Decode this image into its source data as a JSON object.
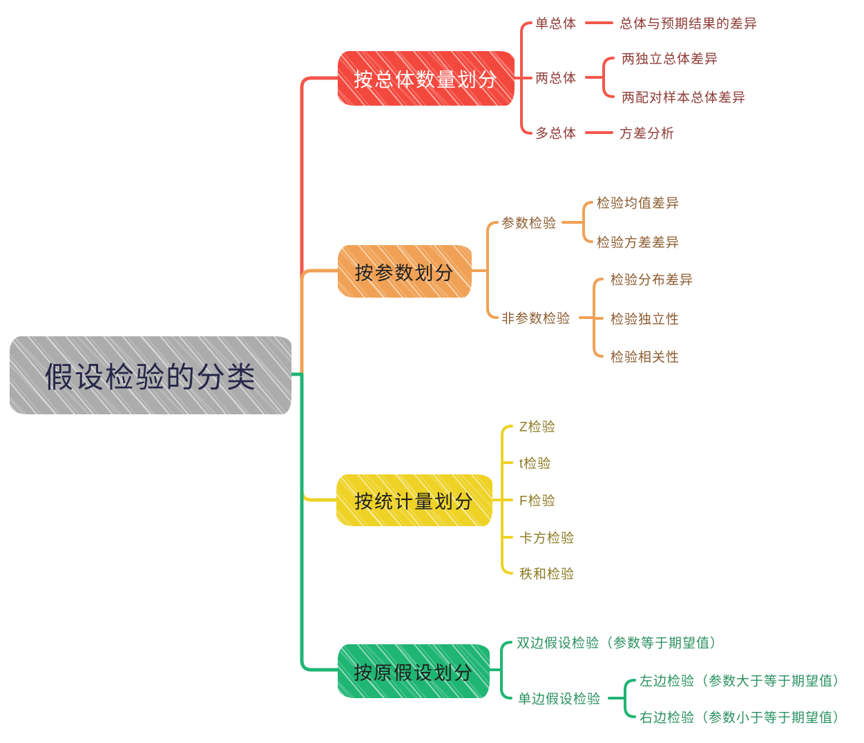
{
  "root": {
    "label": "假设检验的分类",
    "fill": "#acacac",
    "text_color": "#26264a"
  },
  "branches": [
    {
      "label": "按总体数量划分",
      "color": "#f3483d",
      "line_color": "#f4564b",
      "label_color": "#ffffff",
      "child_text_color": "#8e3b35",
      "children": [
        {
          "label": "单总体",
          "children": [
            {
              "label": "总体与预期结果的差异"
            }
          ]
        },
        {
          "label": "两总体",
          "children": [
            {
              "label": "两独立总体差异"
            },
            {
              "label": "两配对样本总体差异"
            }
          ]
        },
        {
          "label": "多总体",
          "children": [
            {
              "label": "方差分析"
            }
          ]
        }
      ]
    },
    {
      "label": "按参数划分",
      "color": "#f0a155",
      "line_color": "#f0a155",
      "label_color": "#1f1f1f",
      "child_text_color": "#8c5c30",
      "children": [
        {
          "label": "参数检验",
          "children": [
            {
              "label": "检验均值差异"
            },
            {
              "label": "检验方差差异"
            }
          ]
        },
        {
          "label": "非参数检验",
          "children": [
            {
              "label": "检验分布差异"
            },
            {
              "label": "检验独立性"
            },
            {
              "label": "检验相关性"
            }
          ]
        }
      ]
    },
    {
      "label": "按统计量划分",
      "color": "#eed226",
      "line_color": "#eed226",
      "label_color": "#1f1f1f",
      "child_text_color": "#8c7a22",
      "children": [
        {
          "label": "Z检验"
        },
        {
          "label": "t检验"
        },
        {
          "label": "F检验"
        },
        {
          "label": "卡方检验"
        },
        {
          "label": "秩和检验"
        }
      ]
    },
    {
      "label": "按原假设划分",
      "color": "#1fb573",
      "line_color": "#1fb573",
      "label_color": "#1f1f1f",
      "child_text_color": "#2a9161",
      "children": [
        {
          "label": "双边假设检验（参数等于期望值）"
        },
        {
          "label": "单边假设检验",
          "children": [
            {
              "label": "左边检验（参数大于等于期望值）"
            },
            {
              "label": "右边检验（参数小于等于期望值）"
            }
          ]
        }
      ]
    }
  ]
}
